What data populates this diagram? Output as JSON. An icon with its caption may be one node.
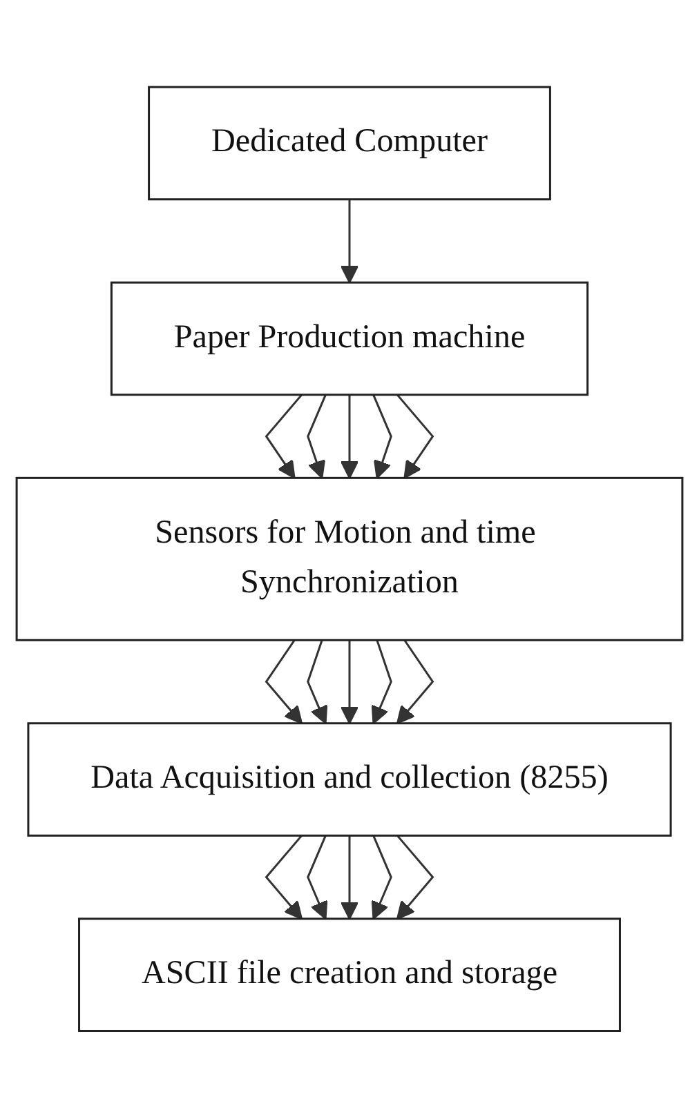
{
  "diagram": {
    "nodes": [
      {
        "text": [
          "Dedicated Computer"
        ]
      },
      {
        "text": [
          "Paper Production machine"
        ]
      },
      {
        "text": [
          "Sensors for Motion and time Synchronization"
        ]
      },
      {
        "text": [
          "Data Acquisition and collection (8255)"
        ]
      },
      {
        "text": [
          "ASCII file creation and storage"
        ]
      }
    ],
    "edges": [
      {
        "from": 0,
        "to": 1,
        "arrow": "to"
      },
      {
        "from": 1,
        "to": 2,
        "arrow": "to"
      },
      {
        "from": 1,
        "to": 2,
        "arrow": "to"
      },
      {
        "from": 1,
        "to": 2,
        "arrow": "to"
      },
      {
        "from": 1,
        "to": 2,
        "arrow": "to"
      },
      {
        "from": 1,
        "to": 2,
        "arrow": "to"
      },
      {
        "from": 2,
        "to": 3,
        "arrow": "to"
      },
      {
        "from": 2,
        "to": 3,
        "arrow": "to"
      },
      {
        "from": 2,
        "to": 3,
        "arrow": "to"
      },
      {
        "from": 2,
        "to": 3,
        "arrow": "to"
      },
      {
        "from": 2,
        "to": 3,
        "arrow": "to"
      },
      {
        "from": 3,
        "to": 4,
        "arrow": "to"
      },
      {
        "from": 3,
        "to": 4,
        "arrow": "to"
      },
      {
        "from": 3,
        "to": 4,
        "arrow": "to"
      },
      {
        "from": 3,
        "to": 4,
        "arrow": "to"
      },
      {
        "from": 3,
        "to": 4,
        "arrow": "to"
      }
    ]
  }
}
